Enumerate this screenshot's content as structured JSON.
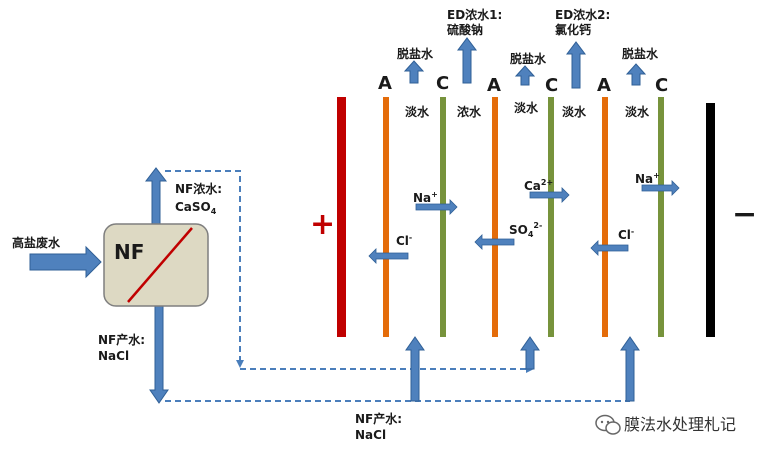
{
  "colors": {
    "arrow_blue": "#4f81bd",
    "arrow_stroke": "#2f5f96",
    "dashed_blue": "#4a7ebb",
    "membrane_orange": "#e46c0a",
    "membrane_green": "#77933c",
    "anode_red": "#c00000",
    "cathode_black": "#000000",
    "nf_box_fill": "#ddd9c3",
    "nf_box_stroke": "#7f7f7f"
  },
  "nf": {
    "box_label": "NF",
    "feed_label": "高盐废水",
    "conc_label_line1": "NF浓水:",
    "conc_label_line2": "CaSO",
    "conc_label_sub": "4",
    "perm_label_line1": "NF产水:",
    "perm_label_line2": "NaCl"
  },
  "bottom_label": {
    "line1": "NF产水:",
    "line2": "NaCl"
  },
  "electrodes": {
    "plus_sign": "+",
    "minus_sign": "−"
  },
  "membranes": {
    "anion_letter": "A",
    "cation_letter": "C"
  },
  "outputs": {
    "desalted1": "脱盐水",
    "desalted2": "脱盐水",
    "desalted3": "脱盐水",
    "ed_conc1_line1": "ED浓水1:",
    "ed_conc1_line2": "硫酸钠",
    "ed_conc2_line1": "ED浓水2:",
    "ed_conc2_line2": "氯化钙"
  },
  "chambers": {
    "dilute1": "淡水",
    "conc1": "浓水",
    "dilute2": "淡水",
    "dilute3": "淡水",
    "dilute4": "淡水"
  },
  "ions": {
    "na1": "Na",
    "na1_sup": "+",
    "cl1": "Cl",
    "cl1_sup": "-",
    "ca": "Ca",
    "ca_sup": "2+",
    "so4": "SO",
    "so4_sub": "4",
    "so4_sup": "2-",
    "na2": "Na",
    "na2_sup": "+",
    "cl2": "Cl",
    "cl2_sup": "-"
  },
  "watermark": {
    "text": "膜法水处理札记",
    "icon": "wechat-icon"
  }
}
